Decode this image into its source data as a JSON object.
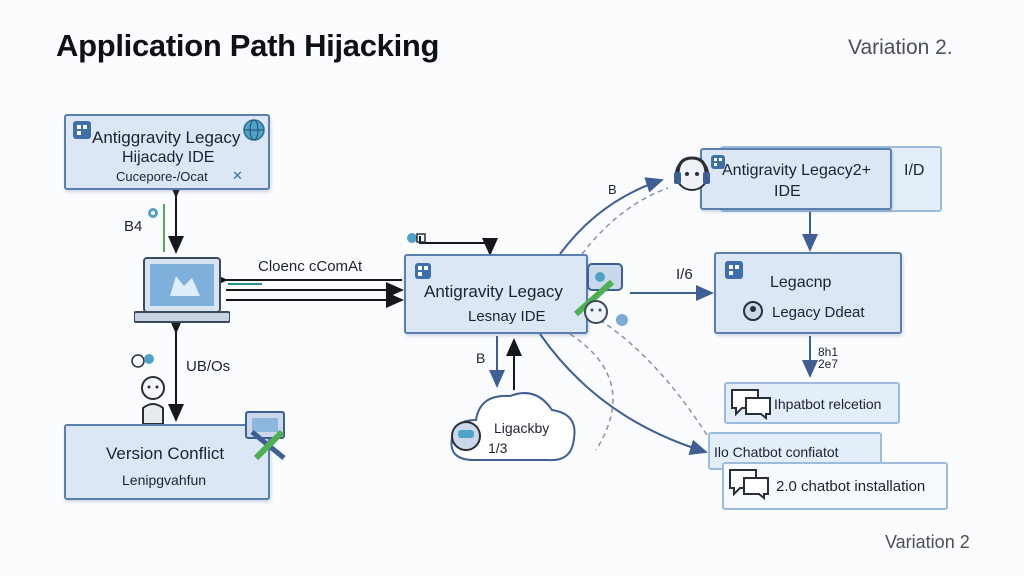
{
  "title": "Application Path Hijacking",
  "variation_top": "Variation 2.",
  "variation_bottom": "Variation 2",
  "nodes": {
    "top_left": {
      "line1": "Antiggravity Legacy",
      "line2": "Hijacady IDE",
      "line3": "Cucepore-/Ocat"
    },
    "center": {
      "line1": "Antigravity Legacy",
      "line2": "Lesnay IDE"
    },
    "top_right": {
      "line1": "Antigravity Legacy2+",
      "line2": "IDE",
      "side": "I/D"
    },
    "right_mid": {
      "line1": "Legacnp",
      "line2": "Legacy Ddeat"
    },
    "bottom_left": {
      "line1": "Version Conflict",
      "line2": "Lenipgvahfun"
    },
    "cloud": {
      "line1": "Ligackby",
      "line2": "1/3"
    },
    "chat1": {
      "label": "Ihpatbot relcetion"
    },
    "chat2": {
      "label": "Ilo Chatbot confiatot"
    },
    "chat3": {
      "label": "2.0 chatbot installation"
    }
  },
  "edge_labels": {
    "left_upper": "B4",
    "left_lower": "UB/Os",
    "laptop_to_center": "Cloenc cComAt",
    "center_to_right": "I/6",
    "top_arrow": "B",
    "right_vertical": "8h1 2e7",
    "center_down": "B"
  },
  "colors": {
    "box_fill": "#dbe7f5",
    "box_border": "#5a7fae",
    "arrow_blue": "#3f5f94",
    "arrow_black": "#15181c",
    "green_accent": "#4caf50",
    "teal_accent": "#2c8f8f"
  },
  "icons": [
    "app-icon",
    "globe-icon",
    "laptop-icon",
    "user-icon",
    "robot-icon",
    "wrench-icon",
    "chat-bubble-icon",
    "cloud-icon",
    "headset-icon",
    "gear-icon"
  ]
}
